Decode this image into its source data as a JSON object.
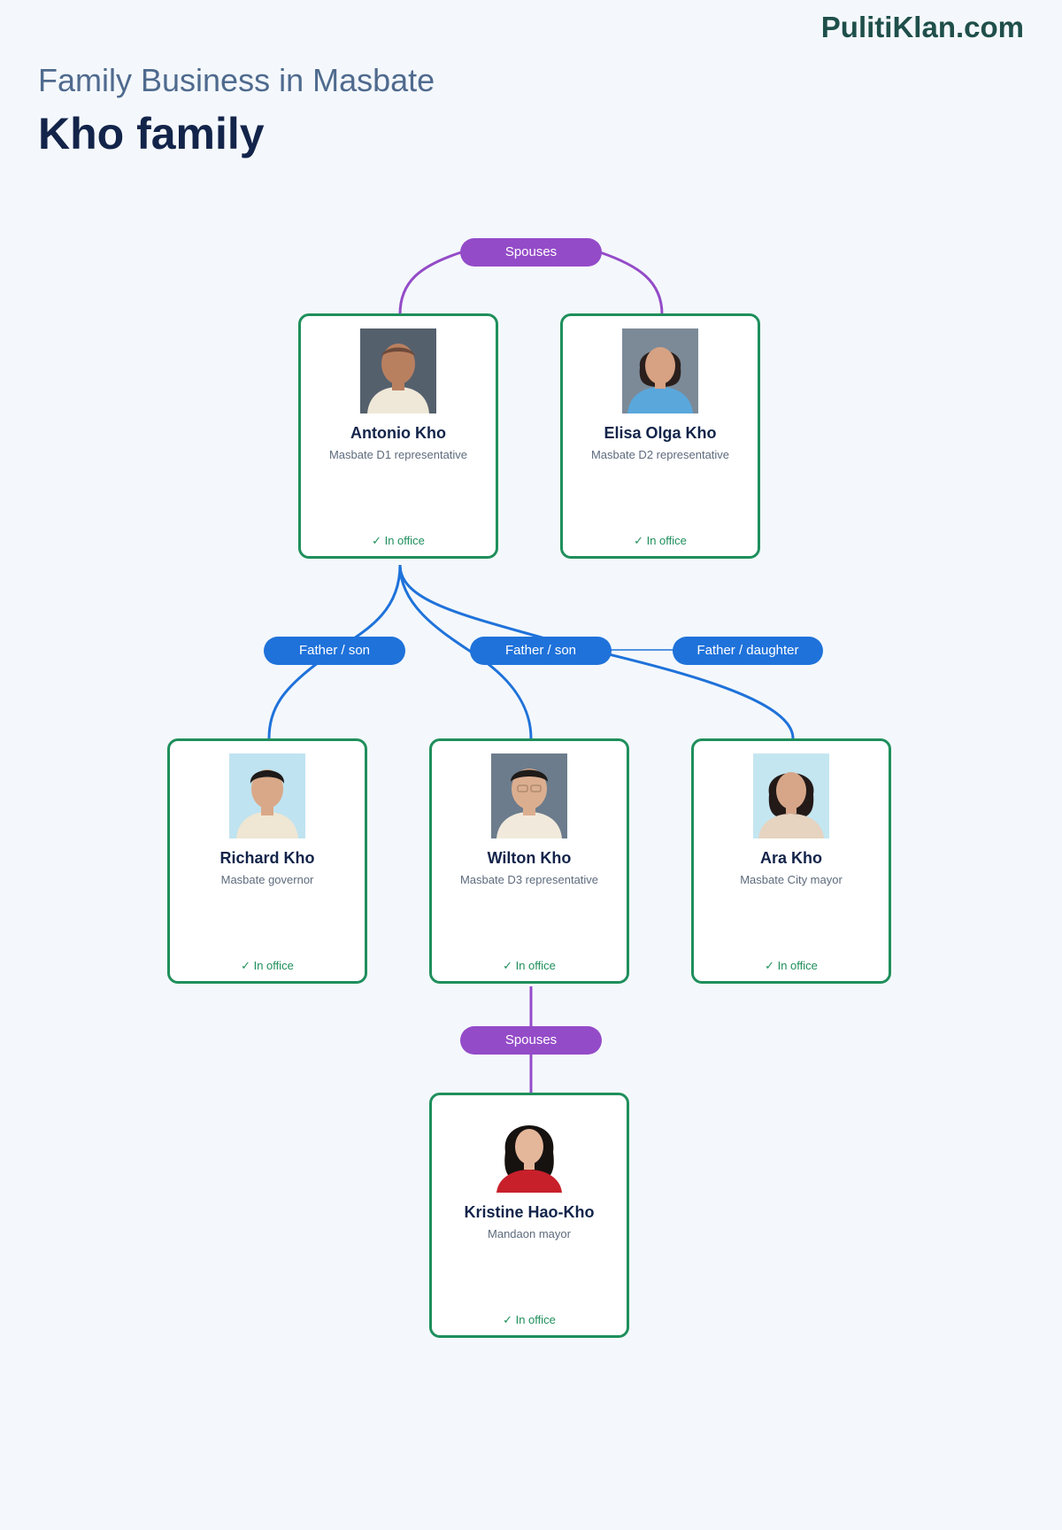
{
  "brand": "PulitiKlan.com",
  "header": {
    "subtitle": "Family Business in Masbate",
    "title": "Kho family"
  },
  "colors": {
    "spouse": "#944bc8",
    "parent": "#1f72da",
    "card_border": "#1f8f5c",
    "status": "#1f8f5c"
  },
  "relations": {
    "spouses_top": "Spouses",
    "father_son_1": "Father / son",
    "father_son_2": "Father / son",
    "father_daughter": "Father / daughter",
    "spouses_bottom": "Spouses"
  },
  "people": {
    "antonio": {
      "name": "Antonio Kho",
      "role": "Masbate D1 representative",
      "status": "✓ In office",
      "photo": "portrait-photo"
    },
    "elisa": {
      "name": "Elisa Olga Kho",
      "role": "Masbate D2 representative",
      "status": "✓ In office",
      "photo": "portrait-photo"
    },
    "richard": {
      "name": "Richard Kho",
      "role": "Masbate governor",
      "status": "✓ In office",
      "photo": "portrait-photo"
    },
    "wilton": {
      "name": "Wilton Kho",
      "role": "Masbate D3 representative",
      "status": "✓ In office",
      "photo": "portrait-photo"
    },
    "ara": {
      "name": "Ara Kho",
      "role": "Masbate City mayor",
      "status": "✓ In office",
      "photo": "portrait-photo"
    },
    "kristine": {
      "name": "Kristine Hao-Kho",
      "role": "Mandaon mayor",
      "status": "✓ In office",
      "photo": "portrait-photo"
    }
  }
}
